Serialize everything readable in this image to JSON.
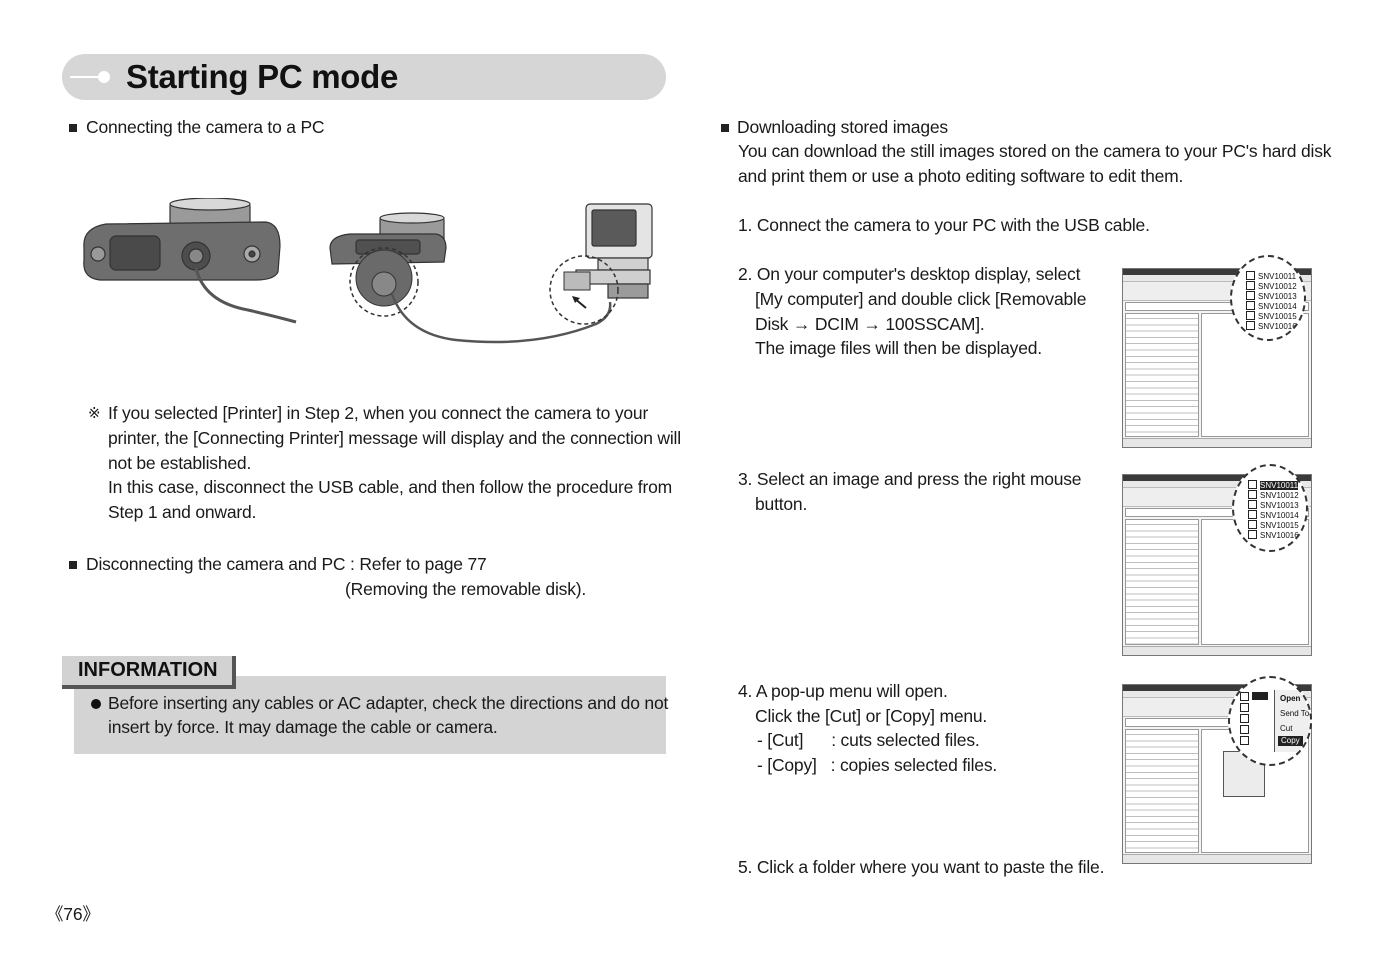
{
  "title": "Starting PC mode",
  "left": {
    "connect_heading": "Connecting the camera to a PC",
    "note_symbol": "※",
    "note_lines": [
      "If you selected [Printer] in Step 2, when you connect the camera to your",
      "printer, the [Connecting Printer] message will display and the connection will",
      "not be established.",
      "In this case, disconnect the USB cable, and then follow the procedure from",
      "Step 1 and onward."
    ],
    "disconnect_line1": "Disconnecting the camera and PC : Refer to page 77",
    "disconnect_line2": "(Removing the removable disk)."
  },
  "info": {
    "title": "INFORMATION",
    "lines": [
      "Before inserting any cables or AC adapter, check the directions and do not",
      "insert by force. It may damage the cable or camera."
    ]
  },
  "right": {
    "download_heading": "Downloading stored images",
    "intro_lines": [
      "You can download the still images stored on the camera to your PC's hard disk",
      "and print them or use a photo editing software to edit them."
    ],
    "step1": "1. Connect the camera to your PC with the USB cable.",
    "step2_lines": [
      "2. On your computer's desktop display, select",
      "[My computer] and double click [Removable",
      "Disk → DCIM → 100SSCAM].",
      "The image files will then be displayed."
    ],
    "step3_lines": [
      "3. Select an image and press the right mouse",
      "button."
    ],
    "step4_lines": [
      "4. A pop-up menu will open.",
      "Click the [Cut] or [Copy] menu.",
      "- [Cut]      : cuts selected files.",
      "- [Copy]   : copies selected files."
    ],
    "step5": "5. Click a folder where you want to paste the file."
  },
  "files": [
    "SNV10011",
    "SNV10012",
    "SNV10013",
    "SNV10014",
    "SNV10015",
    "SNV10016"
  ],
  "popup_menu": [
    "Open",
    "Send To",
    "Cut",
    "Copy"
  ],
  "page_number": "《76》"
}
